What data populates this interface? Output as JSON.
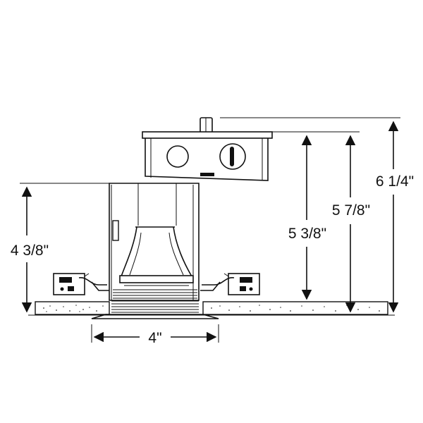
{
  "dimensions": {
    "width_label": "4\"",
    "left_height_label": "4 3/8\"",
    "inner_height_label": "5 3/8\"",
    "mid_height_label": "5 7/8\"",
    "overall_height_label": "6 1/4\""
  }
}
